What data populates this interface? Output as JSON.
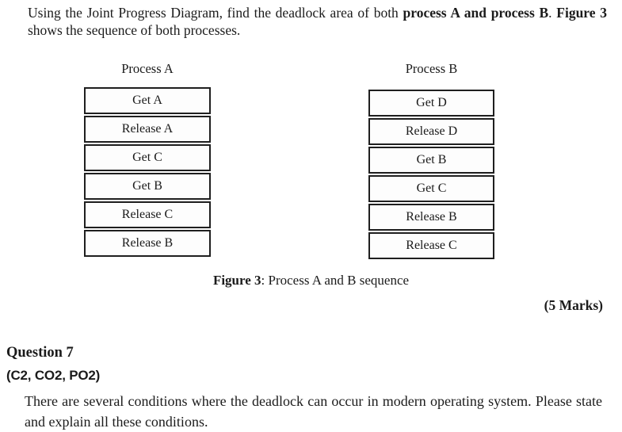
{
  "intro": {
    "part1": "Using the Joint Progress Diagram, find the deadlock area of both ",
    "part2_bold": "process A and process B",
    "part3": ". ",
    "part4_bold": "Figure 3",
    "part5": " shows the sequence of both processes."
  },
  "figure": {
    "process_a": {
      "title": "Process A",
      "rows": [
        "Get A",
        "Release A",
        "Get C",
        "Get B",
        "Release C",
        "Release B"
      ]
    },
    "process_b": {
      "title": "Process B",
      "rows": [
        "Get D",
        "Release D",
        "Get B",
        "Get C",
        "Release B",
        "Release C"
      ]
    },
    "caption_bold": "Figure 3",
    "caption_rest": ": Process A and B sequence"
  },
  "marks": "(5 Marks)",
  "question": {
    "title": "Question 7",
    "codes": "(C2, CO2, PO2)",
    "body": "There are several conditions where the deadlock can occur in modern operating system. Please state and explain all these conditions."
  }
}
